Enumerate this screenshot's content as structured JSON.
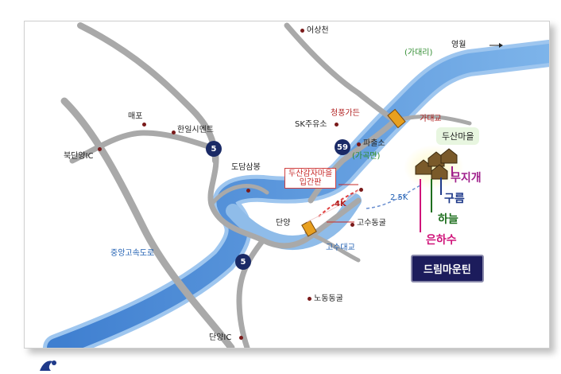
{
  "places": {
    "eosangcheon": "어상천",
    "yeongwol": "영월",
    "gadaeri": "(가대리)",
    "maepo": "매포",
    "hanil_cement": "한일시멘트",
    "bukdanyang_ic": "북단양IC",
    "cheongpung_garden": "청풍가든",
    "gadae_bridge": "가대교",
    "sk_gas": "SK주유소",
    "pachulso": "파출소",
    "gagokmyeon": "(가곡면)",
    "dosanmaeul": "두산마을",
    "dodamsambong": "도담삼봉",
    "entrance_sign": "두산감자마을\n입간판",
    "dist_4k": "4K",
    "dist_25k": "2.5K",
    "danyang": "단양",
    "gosudonggul": "고수동굴",
    "gosu_bridge": "고수대교",
    "jungang_expressway": "중앙고속도로",
    "nodongdonggul": "노동동굴",
    "danyang_ic": "단양IC"
  },
  "routes": {
    "r5_top": "5",
    "r59": "59",
    "r5_bottom": "5"
  },
  "pensions": {
    "mujigae": "무지개",
    "gureum": "구름",
    "haneul": "하늘",
    "eunhasu": "은하수",
    "dream_mountain": "드림마운틴"
  },
  "colors": {
    "river": "#5a95d8",
    "road": "#a9a9a9",
    "route_badge": "#1a2a66",
    "mujigae": "#a0208c",
    "gureum": "#1f3a8a",
    "haneul": "#1e6e1e",
    "eunhasu": "#d0147a"
  }
}
